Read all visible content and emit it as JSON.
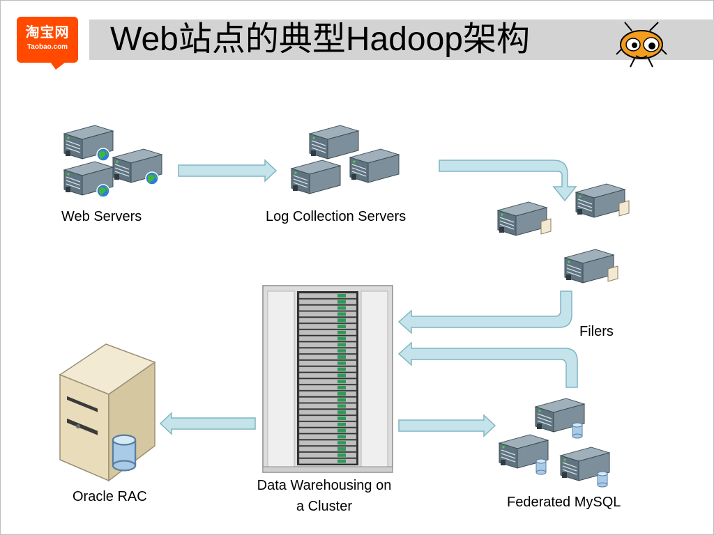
{
  "logo": {
    "cn_text": "淘宝网",
    "en_text": "Taobao.com"
  },
  "title": "Web站点的典型Hadoop架构",
  "nodes": {
    "web_servers": "Web Servers",
    "log_collection": "Log Collection Servers",
    "filers": "Filers",
    "warehouse_line1": "Data Warehousing on",
    "warehouse_line2": "a Cluster",
    "oracle": "Oracle RAC",
    "mysql": "Federated MySQL"
  },
  "colors": {
    "arrow_fill": "#c5e3ea",
    "arrow_stroke": "#7fb5c4",
    "server_body": "#6f818c",
    "logo_bg": "#ff4a00",
    "title_bar": "#d3d3d3"
  }
}
